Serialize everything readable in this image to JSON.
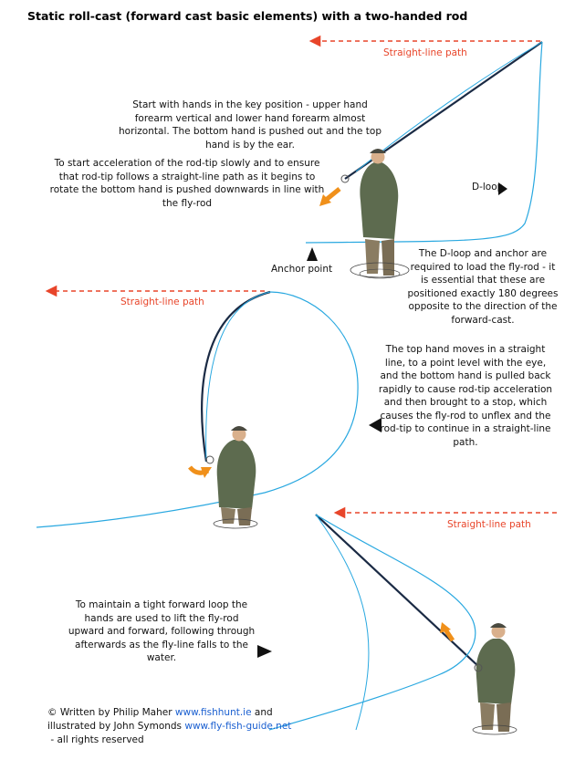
{
  "title": "Static roll-cast (forward cast basic elements) with a two-handed rod",
  "labels": {
    "straight_line_path": "Straight-line path",
    "d_loop": "D-loop",
    "anchor_point": "Anchor point"
  },
  "paragraphs": {
    "key_position": "Start with hands in the key position - upper hand forearm vertical and lower hand forearm almost horizontal. The bottom hand is pushed out and the top hand is by the ear.",
    "acceleration": "To start acceleration of the rod-tip slowly and to ensure that rod-tip follows a straight-line path as it begins to rotate the bottom hand is pushed downwards in line with the fly-rod",
    "d_loop_anchor": "The D-loop and anchor are required to load the fly-rod - it is essential that these are positioned exactly 180 degrees opposite to the direction of the forward-cast.",
    "top_hand": "The top hand moves in a straight line, to a point level with the eye, and the bottom hand is pulled back rapidly to cause rod-tip acceleration and then brought to a stop, which causes the fly-rod to unflex and the rod-tip to continue in a straight-line path.",
    "tight_loop": "To maintain a tight forward loop the hands are used to lift the fly-rod upward and forward, following through afterwards as the fly-line falls to the water."
  },
  "credit": {
    "line1_prefix": "© Written by Philip Maher ",
    "line1_link": "www.fishhunt.ie",
    "line1_suffix": " and",
    "line2_prefix": "illustrated by John Symonds ",
    "line2_link": "www.fly-fish-guide.net",
    "line3": " - all rights reserved"
  },
  "colors": {
    "path_arrow": "#e8452a",
    "fly_line": "#29a8e0",
    "rod": "#1a2a44",
    "hand_arrow": "#f0901a",
    "link": "#1a5fd0"
  }
}
